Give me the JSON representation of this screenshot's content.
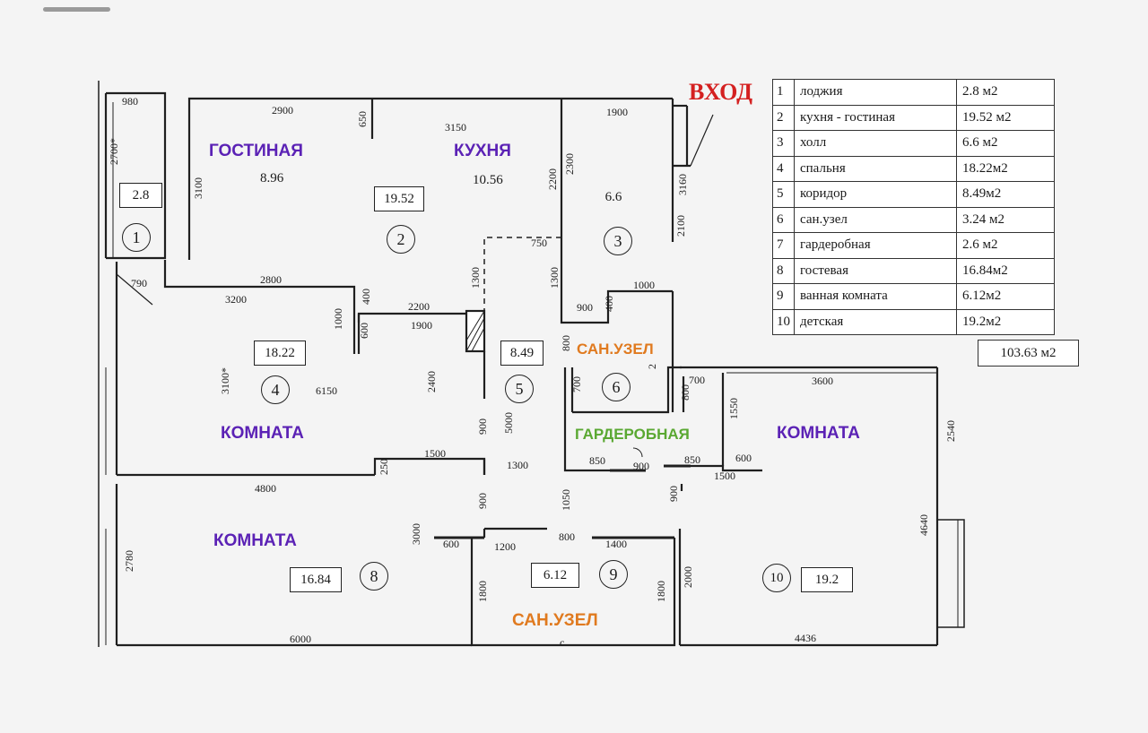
{
  "entrance_label": "ВХОД",
  "room_labels": {
    "living": "ГОСТИНАЯ",
    "kitchen": "КУХНЯ",
    "room_left": "КОМНАТА",
    "room_right": "КОМНАТА",
    "room_guest": "КОМНАТА",
    "bath_top": "САН.УЗЕЛ",
    "bath_bottom": "САН.УЗЕЛ",
    "wardrobe": "ГАРДЕРОБНАЯ"
  },
  "label_colors": {
    "room": "#5b22b5",
    "bath": "#e07a1f",
    "wardrobe": "#5aa832",
    "entrance": "#d42020"
  },
  "areas": {
    "a1": "2.8",
    "a2": "19.52",
    "a3": "6.6",
    "a4": "18.22",
    "a5": "8.49",
    "a8": "16.84",
    "a9": "6.12",
    "a10": "19.2",
    "living": "8.96",
    "kitchen": "10.56"
  },
  "room_numbers": [
    "1",
    "2",
    "3",
    "4",
    "5",
    "6",
    "8",
    "9",
    "10"
  ],
  "dimensions": {
    "d980": "980",
    "d2700": "2700*",
    "d2900": "2900",
    "d650": "650",
    "d3150": "3150",
    "d1900a": "1900",
    "d3100a": "3100",
    "d2300": "2300",
    "d2200a": "2200",
    "d3160": "3160",
    "d2100": "2100",
    "d750": "750",
    "d1300a": "1300",
    "d1300b": "1300",
    "d2800": "2800",
    "d790": "790",
    "d3200": "3200",
    "d400a": "400",
    "d1000a": "1000",
    "d600a": "600",
    "d2200b": "2200",
    "d1900b": "1900",
    "d900a": "900",
    "d400b": "400",
    "d1000b": "1000",
    "d800a": "800",
    "d3100b": "3100*",
    "d6150": "6150",
    "d2400": "2400",
    "d5000": "5000",
    "d700a": "700",
    "d700b": "700",
    "d800b": "800",
    "d3600": "3600",
    "d1550": "1550",
    "d2540": "2540",
    "d250": "250",
    "d1500a": "1500",
    "d1300c": "1300",
    "d900b": "900",
    "d850a": "850",
    "d900c": "900",
    "d850b": "850",
    "d600b": "600",
    "d1500b": "1500",
    "d4800": "4800",
    "d900d": "900",
    "d1050": "1050",
    "d900e": "900",
    "d3000": "3000",
    "d600c": "600",
    "d1200": "1200",
    "d800c": "800",
    "d1400": "1400",
    "d4640": "4640",
    "d2780": "2780",
    "d1800a": "1800",
    "d1800b": "1800",
    "d2000": "2000",
    "d6000": "6000",
    "d4436": "4436",
    "d2small": "2"
  },
  "legend": [
    {
      "n": "1",
      "name": "лоджия",
      "area": "2.8 м2"
    },
    {
      "n": "2",
      "name": "кухня - гостиная",
      "area": "19.52 м2"
    },
    {
      "n": "3",
      "name": "холл",
      "area": "6.6 м2"
    },
    {
      "n": "4",
      "name": "спальня",
      "area": "18.22м2"
    },
    {
      "n": "5",
      "name": "коридор",
      "area": "8.49м2"
    },
    {
      "n": "6",
      "name": "сан.узел",
      "area": "3.24 м2"
    },
    {
      "n": "7",
      "name": "гардеробная",
      "area": "2.6  м2"
    },
    {
      "n": "8",
      "name": "гостевая",
      "area": "16.84м2"
    },
    {
      "n": "9",
      "name": "ванная комната",
      "area": "6.12м2"
    },
    {
      "n": "10",
      "name": "детская",
      "area": "19.2м2"
    }
  ],
  "total": "103.63 м2"
}
